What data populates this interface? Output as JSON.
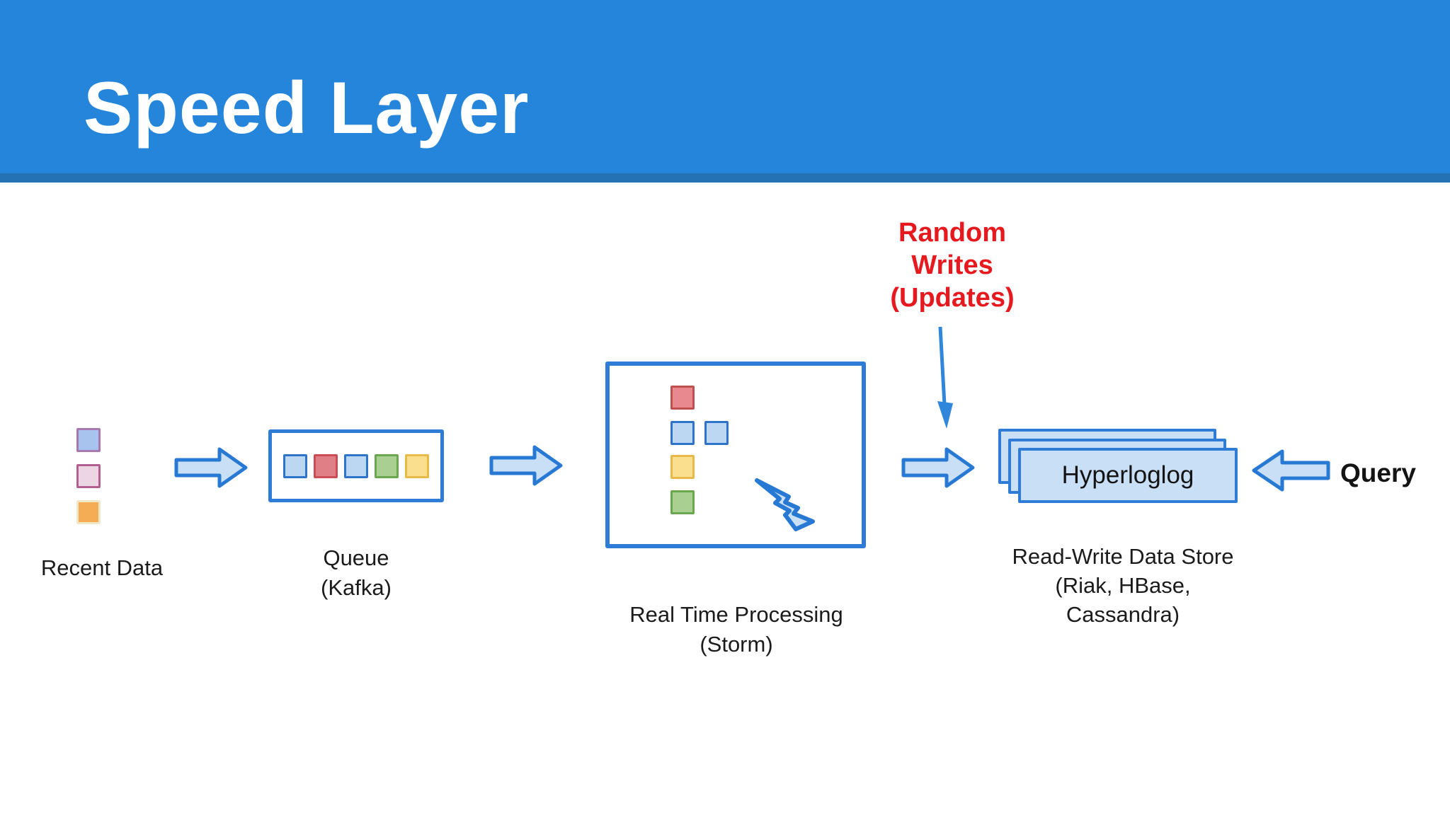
{
  "header": {
    "title": "Speed Layer",
    "background": "#2585DB",
    "accent_strip": "#2472B4",
    "text_color": "#FFFFFF"
  },
  "recent_data": {
    "label": "Recent Data",
    "squares": [
      {
        "name": "blue-square",
        "fill": "#A9C3EF",
        "border": "#A878B0"
      },
      {
        "name": "pink-square",
        "fill": "#ECD6E4",
        "border": "#B26090"
      },
      {
        "name": "orange-square",
        "fill": "#F4AD55",
        "border": "#EFE9C8"
      }
    ]
  },
  "queue": {
    "label_line1": "Queue",
    "label_line2": "(Kafka)",
    "squares": [
      {
        "name": "blue-square",
        "fill": "#BCD7F2",
        "border": "#2E75C9"
      },
      {
        "name": "red-square",
        "fill": "#E07F86",
        "border": "#CC4D55"
      },
      {
        "name": "blue-square",
        "fill": "#BCD7F2",
        "border": "#2E75C9"
      },
      {
        "name": "green-square",
        "fill": "#A9CF91",
        "border": "#6AA84F"
      },
      {
        "name": "yellow-square",
        "fill": "#FADF8E",
        "border": "#E9B949"
      }
    ]
  },
  "storm": {
    "label_line1": "Real Time Processing",
    "label_line2": "(Storm)",
    "squares": [
      {
        "name": "red-square",
        "fill": "#E8888F",
        "border": "#C0504D"
      },
      {
        "name": "blue-square-1",
        "fill": "#BCD7F2",
        "border": "#2E75C9"
      },
      {
        "name": "blue-square-2",
        "fill": "#BCD7F2",
        "border": "#2E75C9"
      },
      {
        "name": "yellow-square",
        "fill": "#FADF8E",
        "border": "#E9B949"
      },
      {
        "name": "green-square",
        "fill": "#A9CF91",
        "border": "#6AA84F"
      }
    ]
  },
  "random_writes": {
    "line1": "Random",
    "line2": "Writes",
    "line3": "(Updates)",
    "color": "#E6191F"
  },
  "datastore": {
    "card_label": "Hyperloglog",
    "label_line1": "Read-Write Data Store",
    "label_line2": "(Riak, HBase,",
    "label_line3": "Cassandra)"
  },
  "query": {
    "label": "Query"
  },
  "colors": {
    "arrow_fill": "#C9DFF5",
    "arrow_stroke": "#2779D4",
    "box_border": "#2E7CD6",
    "text": "#1B1B1B"
  }
}
